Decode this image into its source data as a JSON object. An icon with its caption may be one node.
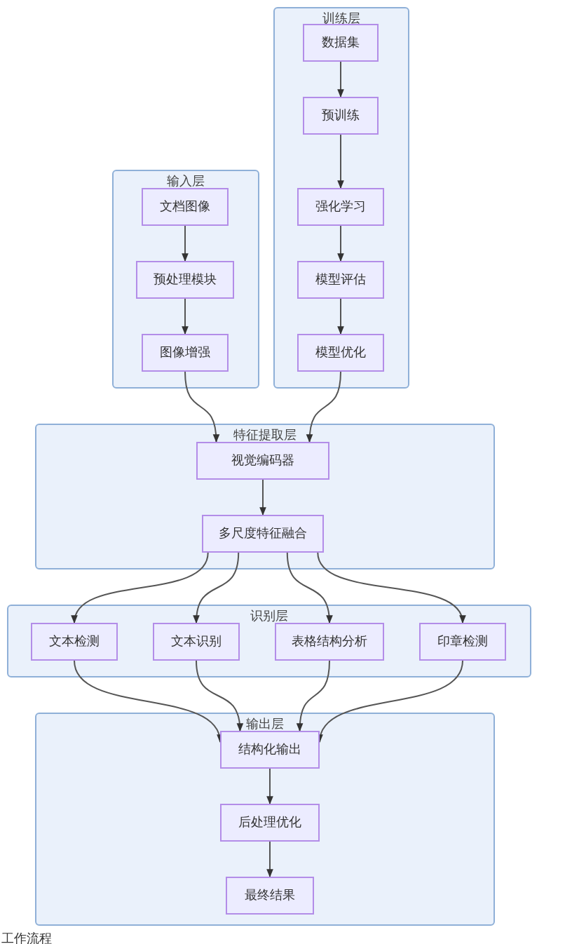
{
  "diagram": {
    "caption": "工作流程",
    "nodes": [
      {
        "text": [
          "训练层"
        ]
      },
      {
        "text": [
          "数据集"
        ],
        "in": 0
      },
      {
        "text": [
          "预训练"
        ],
        "in": 0
      },
      {
        "text": [
          "强化学习"
        ],
        "in": 0
      },
      {
        "text": [
          "模型评估"
        ],
        "in": 0
      },
      {
        "text": [
          "模型优化"
        ],
        "in": 0
      },
      {
        "text": [
          "输入层"
        ]
      },
      {
        "text": [
          "文档图像"
        ],
        "in": 6
      },
      {
        "text": [
          "预处理模块"
        ],
        "in": 6
      },
      {
        "text": [
          "图像增强"
        ],
        "in": 6
      },
      {
        "text": [
          "特征提取层"
        ]
      },
      {
        "text": [
          "视觉编码器"
        ],
        "in": 10
      },
      {
        "text": [
          "多尺度特征融合"
        ],
        "in": 10
      },
      {
        "text": [
          "识别层"
        ]
      },
      {
        "text": [
          "文本检测"
        ],
        "in": 13
      },
      {
        "text": [
          "文本识别"
        ],
        "in": 13
      },
      {
        "text": [
          "表格结构分析"
        ],
        "in": 13
      },
      {
        "text": [
          "印章检测"
        ],
        "in": 13
      },
      {
        "text": [
          "输出层"
        ]
      },
      {
        "text": [
          "结构化输出"
        ],
        "in": 18
      },
      {
        "text": [
          "后处理优化"
        ],
        "in": 18
      },
      {
        "text": [
          "最终结果"
        ],
        "in": 18
      }
    ],
    "edges": [
      {
        "from": 1,
        "to": 2,
        "arrow": "to"
      },
      {
        "from": 2,
        "to": 3,
        "arrow": "to"
      },
      {
        "from": 3,
        "to": 4,
        "arrow": "to"
      },
      {
        "from": 4,
        "to": 5,
        "arrow": "to"
      },
      {
        "from": 7,
        "to": 8,
        "arrow": "to"
      },
      {
        "from": 8,
        "to": 9,
        "arrow": "to"
      },
      {
        "from": 9,
        "to": 11,
        "arrow": "to"
      },
      {
        "from": 5,
        "to": 11,
        "arrow": "to"
      },
      {
        "from": 11,
        "to": 12,
        "arrow": "to"
      },
      {
        "from": 12,
        "to": 14,
        "arrow": "to"
      },
      {
        "from": 12,
        "to": 15,
        "arrow": "to"
      },
      {
        "from": 12,
        "to": 16,
        "arrow": "to"
      },
      {
        "from": 12,
        "to": 17,
        "arrow": "to"
      },
      {
        "from": 14,
        "to": 19,
        "arrow": "to"
      },
      {
        "from": 15,
        "to": 19,
        "arrow": "to"
      },
      {
        "from": 16,
        "to": 19,
        "arrow": "to"
      },
      {
        "from": 17,
        "to": 19,
        "arrow": "to"
      },
      {
        "from": 19,
        "to": 20,
        "arrow": "to"
      },
      {
        "from": 20,
        "to": 21,
        "arrow": "to"
      }
    ]
  }
}
